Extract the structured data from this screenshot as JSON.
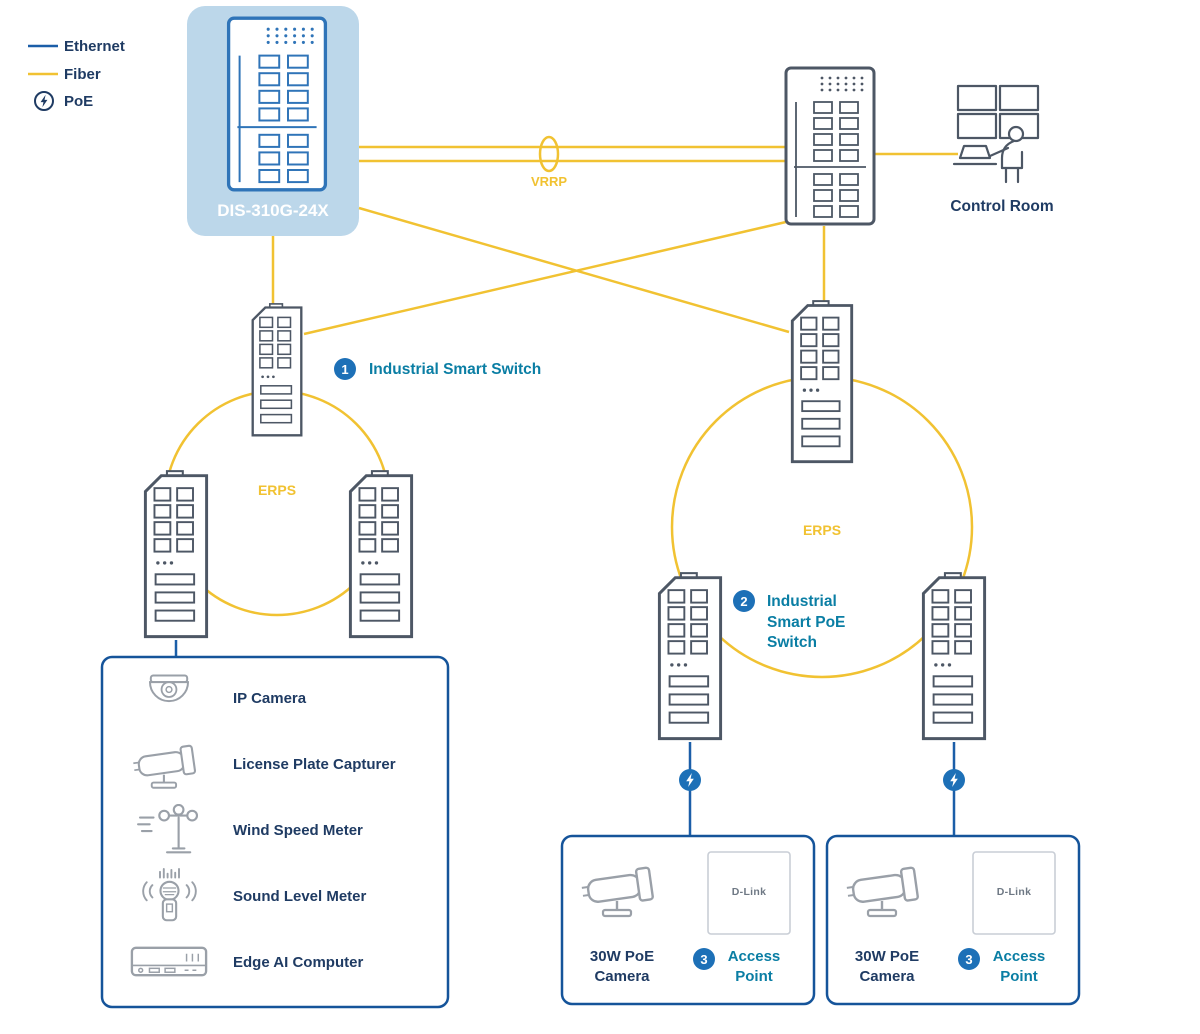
{
  "colors": {
    "fiber": "#F1C232",
    "ethernet": "#1B5EA8",
    "navy": "#1F3B63",
    "teal": "#0A7EA4",
    "badge_blue": "#1D70B7",
    "dis_box_fill": "#BCD7EA",
    "dis_device": "#2F74B8",
    "device_outline": "#4D5765",
    "icon_gray": "#9AA0A8",
    "box_border": "#15549A",
    "ap_border": "#C9CED6",
    "dlink_text": "#6E7884"
  },
  "legend": {
    "ethernet_label": "Ethernet",
    "fiber_label": "Fiber",
    "poe_label": "PoE"
  },
  "core_network": {
    "dis_switch_label": "DIS-310G-24X",
    "vrrp_label": "VRRP",
    "control_room_label": "Control Room"
  },
  "left_ring": {
    "erps_label": "ERPS",
    "badge": "1",
    "title": "Industrial Smart Switch"
  },
  "right_ring": {
    "erps_label": "ERPS",
    "badge": "2",
    "title_lines": [
      "Industrial",
      "Smart PoE",
      "Switch"
    ]
  },
  "device_panel": {
    "items": [
      {
        "icon": "dome-camera-icon",
        "label": "IP Camera"
      },
      {
        "icon": "bullet-camera-icon",
        "label": "License Plate Capturer"
      },
      {
        "icon": "anemometer-icon",
        "label": "Wind Speed Meter"
      },
      {
        "icon": "sound-meter-icon",
        "label": "Sound Level Meter"
      },
      {
        "icon": "edge-computer-icon",
        "label": "Edge AI Computer"
      }
    ]
  },
  "poe_nodes": [
    {
      "camera_lines": [
        "30W PoE",
        "Camera"
      ],
      "badge": "3",
      "ap_lines": [
        "Access",
        "Point"
      ],
      "ap_brand": "D-Link"
    },
    {
      "camera_lines": [
        "30W PoE",
        "Camera"
      ],
      "badge": "3",
      "ap_lines": [
        "Access",
        "Point"
      ],
      "ap_brand": "D-Link"
    }
  ]
}
